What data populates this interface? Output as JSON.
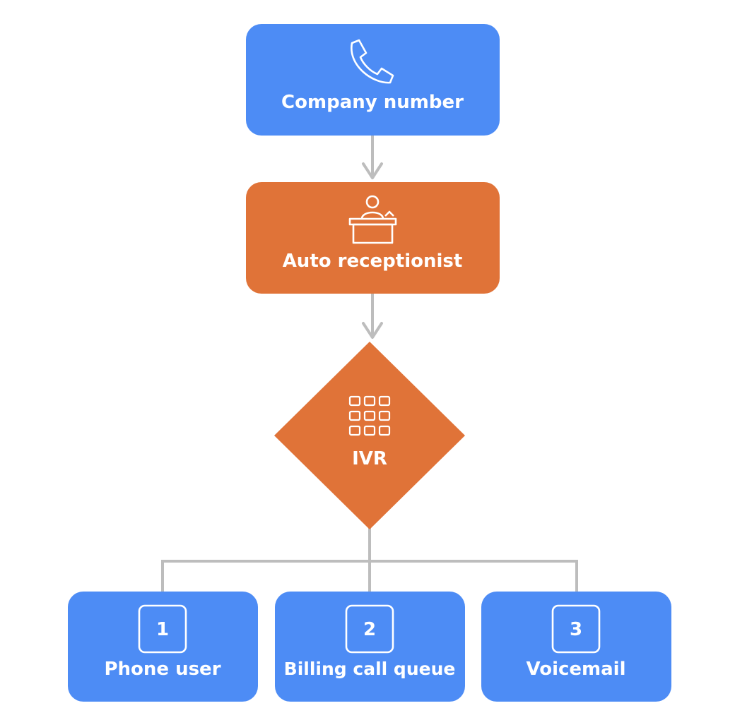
{
  "colors": {
    "blue": "#4d8cf5",
    "orange": "#e07338",
    "connector": "#bdbdbd",
    "text": "#ffffff"
  },
  "nodes": {
    "company_number": {
      "label": "Company number",
      "icon": "phone-icon"
    },
    "auto_receptionist": {
      "label": "Auto receptionist",
      "icon": "receptionist-desk-icon"
    },
    "ivr": {
      "label": "IVR",
      "icon": "keypad-icon"
    },
    "phone_user": {
      "number": "1",
      "label": "Phone user"
    },
    "billing_call_queue": {
      "number": "2",
      "label": "Billing call queue"
    },
    "voicemail": {
      "number": "3",
      "label": "Voicemail"
    }
  }
}
